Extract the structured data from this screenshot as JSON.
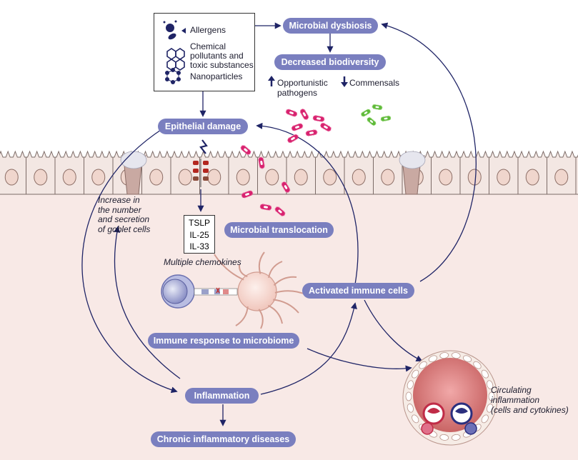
{
  "legend": {
    "allergens": "Allergens",
    "chemical_line1": "Chemical",
    "chemical_line2": "pollutants and",
    "chemical_line3": "toxic substances",
    "nanoparticles": "Nanoparticles",
    "icons": [
      "allergen-icon",
      "chemical-molecule-icon",
      "nanoparticle-ring-icon"
    ]
  },
  "nodes": {
    "microbial_dysbiosis": "Microbial dysbiosis",
    "decreased_biodiversity": "Decreased biodiversity",
    "epithelial_damage": "Epithelial damage",
    "microbial_translocation": "Microbial translocation",
    "activated_immune_cells": "Activated immune cells",
    "immune_response": "Immune response to microbiome",
    "inflammation": "Inflammation",
    "chronic_diseases": "Chronic inflammatory diseases"
  },
  "labels": {
    "opportunistic_line1": "Opportunistic",
    "opportunistic_line2": "pathogens",
    "commensals": "Commensals",
    "goblet_line1": "Increase in",
    "goblet_line2": "the number",
    "goblet_line3": "and secretion",
    "goblet_line4": "of goblet cells",
    "cytokines": [
      "TSLP",
      "IL-25",
      "IL-33"
    ],
    "multiple_chemokines": "Multiple chemokines",
    "circulating_line1": "Circulating",
    "circulating_line2": "inflammation",
    "circulating_line3": "(cells and cytokines)"
  },
  "colors": {
    "pill": "#7a7fbf",
    "arrow": "#1f2466",
    "tissue": "#f8e9e6",
    "epithelium": "#f3e7e3",
    "pathogen": "#d8236f",
    "commensal": "#5fba3a"
  }
}
